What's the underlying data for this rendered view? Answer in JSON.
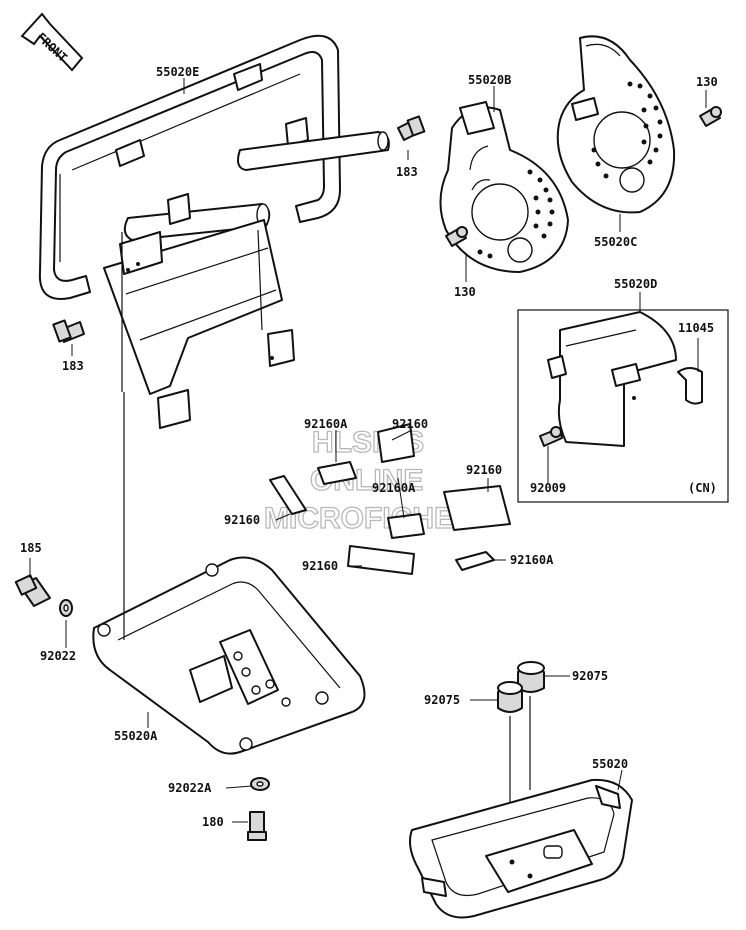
{
  "front_label": "FRONT",
  "watermark": [
    "HLSM'S",
    "ONLINE",
    "MICROFICHE"
  ],
  "labels": {
    "p55020E": "55020E",
    "p55020B": "55020B",
    "p55020C": "55020C",
    "p55020D": "55020D",
    "p55020A": "55020A",
    "p55020": "55020",
    "p130_top": "130",
    "p130_mid": "130",
    "p183_top": "183",
    "p183_left": "183",
    "p11045": "11045",
    "p92009": "92009",
    "cn": "(CN)",
    "p92160A_1": "92160A",
    "p92160_1": "92160",
    "p92160A_2": "92160A",
    "p92160_2": "92160",
    "p92160_3": "92160",
    "p92160_4": "92160",
    "p92160A_3": "92160A",
    "p185": "185",
    "p92022": "92022",
    "p92022A": "92022A",
    "p180": "180",
    "p92075_1": "92075",
    "p92075_2": "92075"
  }
}
